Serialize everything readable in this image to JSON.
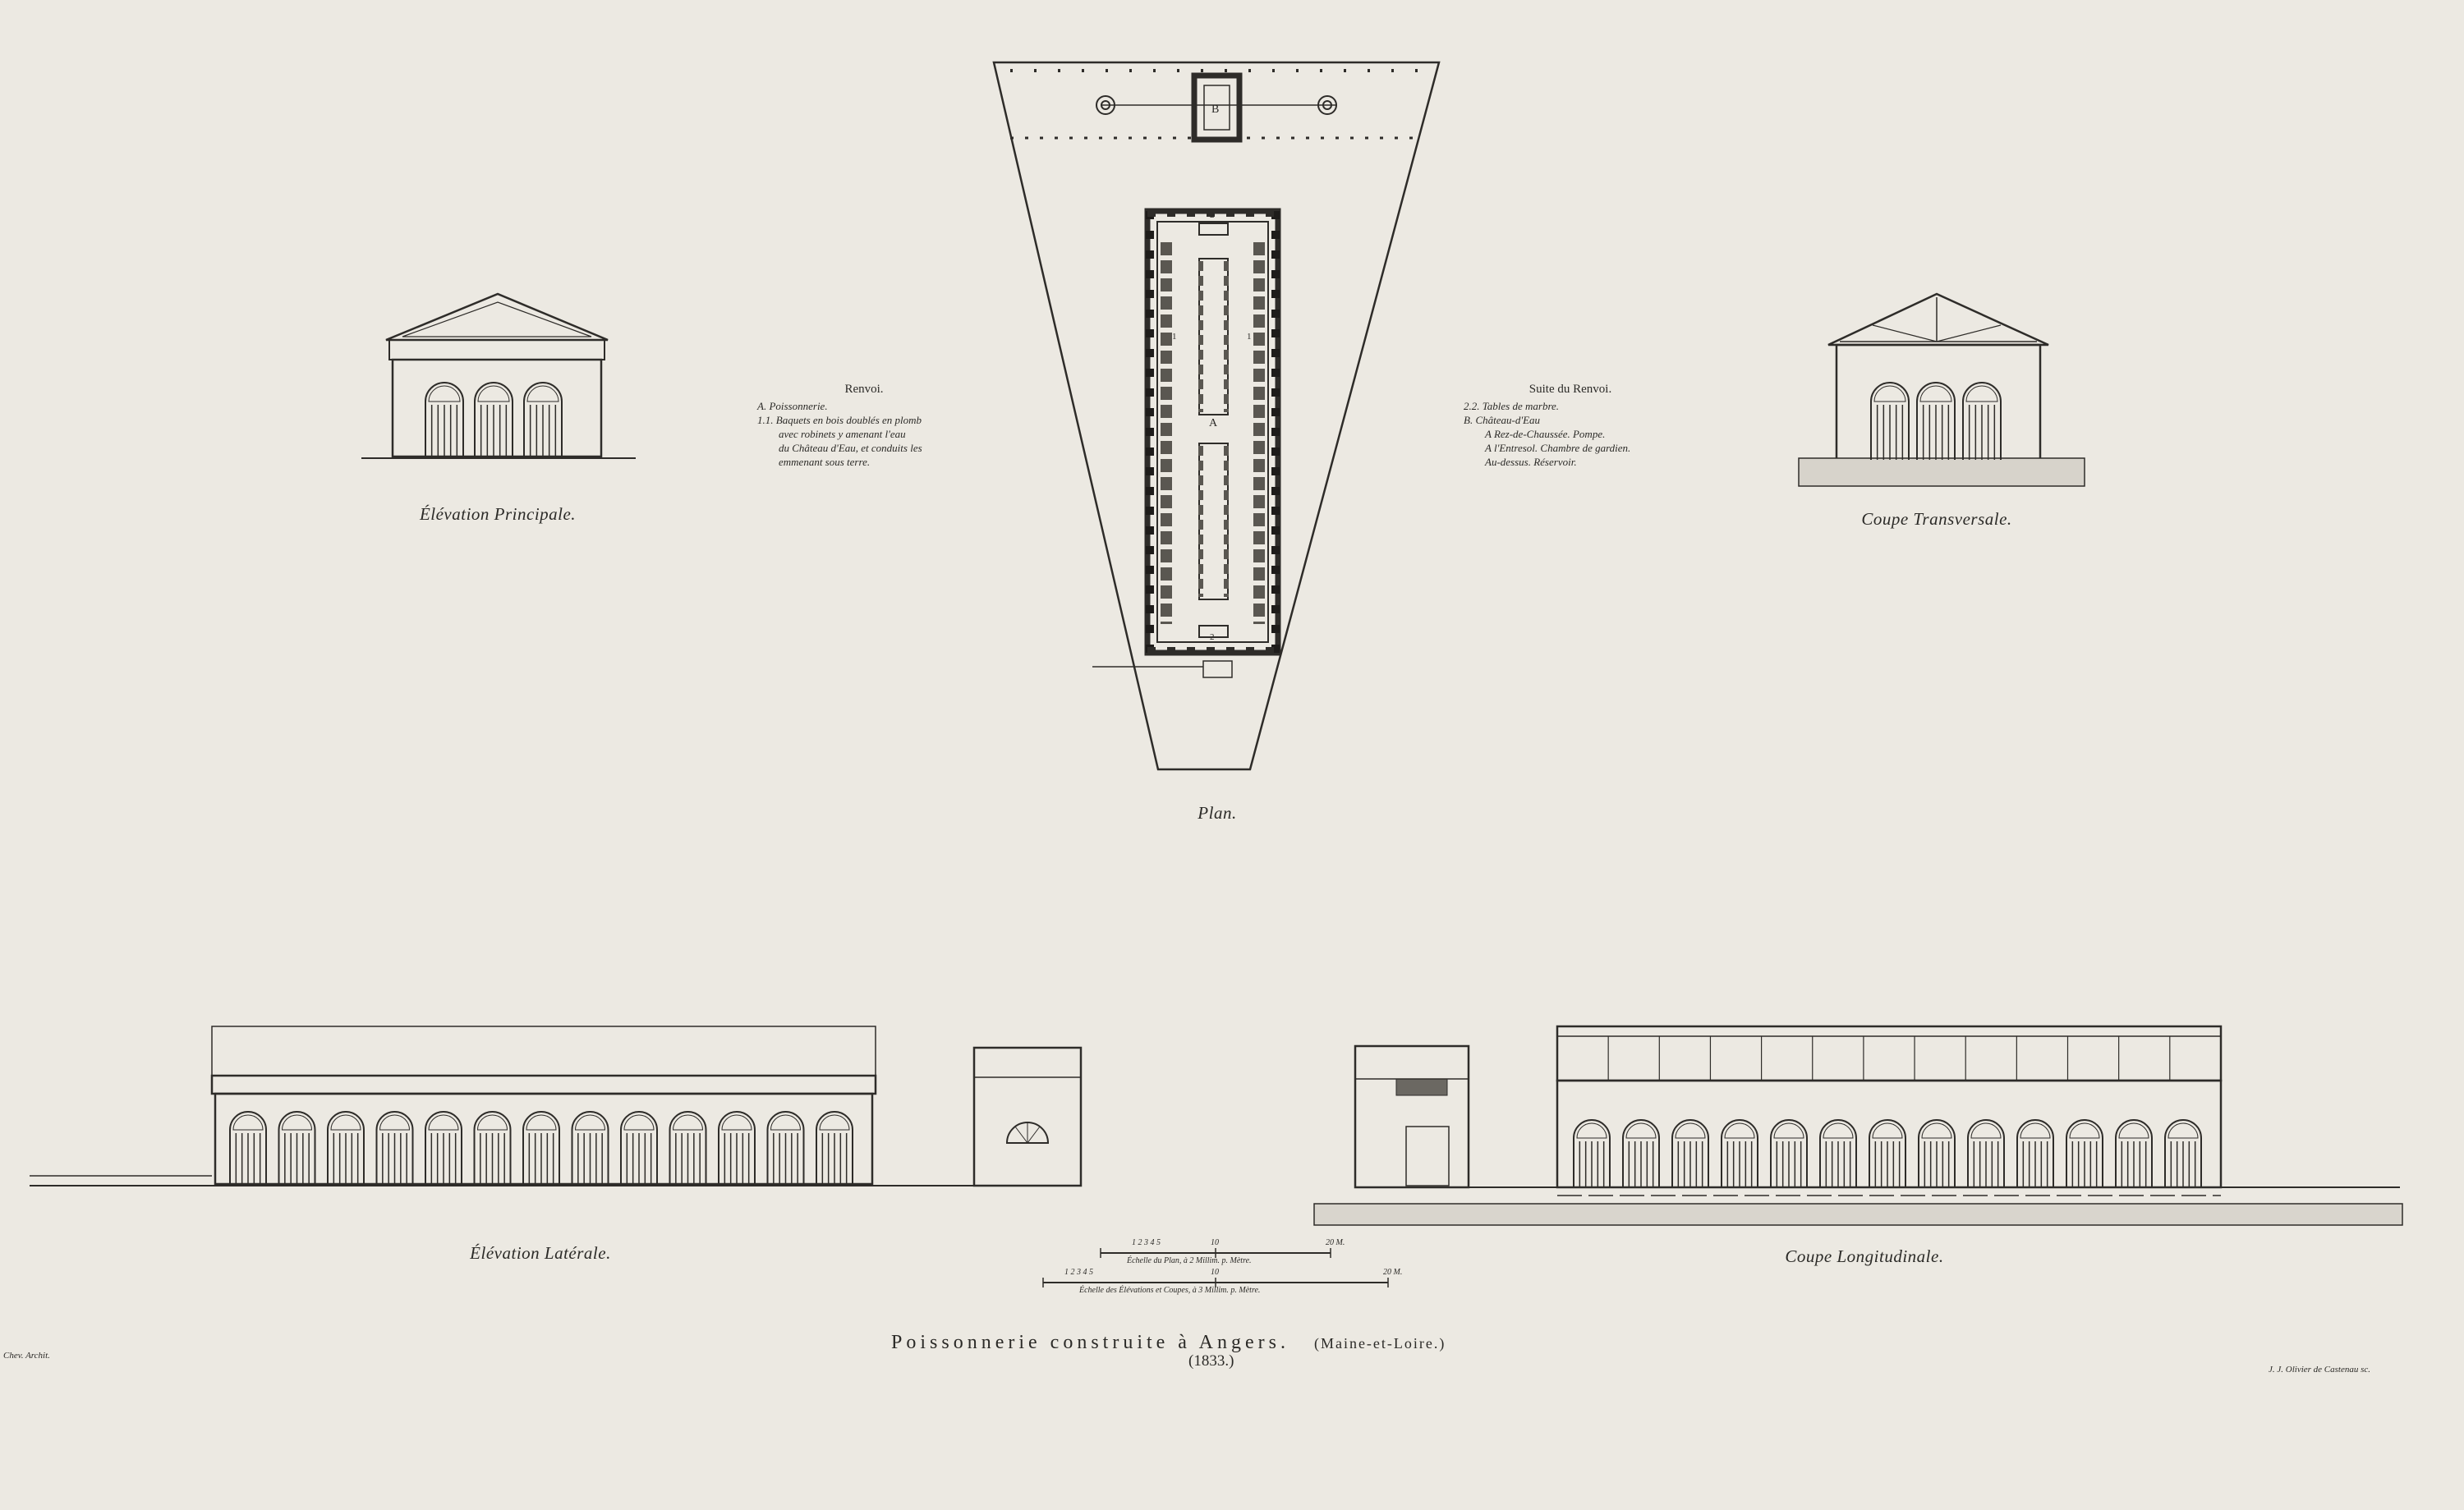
{
  "plan_labels": {
    "a": "A",
    "b": "B",
    "one": "1",
    "two": "2"
  },
  "captions": {
    "elevation_principale": "Élévation Principale.",
    "coupe_transversale": "Coupe Transversale.",
    "plan": "Plan.",
    "elevation_laterale": "Élévation Latérale.",
    "coupe_longitudinale": "Coupe Longitudinale."
  },
  "renvoi": {
    "heading": "Renvoi.",
    "lines": [
      "A.  Poissonnerie.",
      "1.1. Baquets en bois doublés en plomb",
      "avec robinets y amenant l'eau",
      "du Château d'Eau, et conduits les",
      "emmenant sous terre."
    ]
  },
  "suite_renvoi": {
    "heading": "Suite du Renvoi.",
    "lines": [
      "2.2. Tables de marbre.",
      "B.  Château-d'Eau",
      "A Rez-de-Chaussée. Pompe.",
      "A l'Entresol. Chambre de gardien.",
      "Au-dessus. Réservoir."
    ]
  },
  "scales": {
    "plan": "Échelle du Plan, à 2 Millim. p. Mètre.",
    "elevations": "Échelle des Élévations et Coupes, à 3 Millim. p. Mètre.",
    "ticks_plan": "1 2 3 4 5",
    "ticks_elev": "1 2 3 4 5",
    "ten_a": "10",
    "ten_b": "10",
    "unit_a": "20 M.",
    "unit_b": "20 M."
  },
  "title": {
    "main": "Poissonnerie construite à Angers.",
    "place": "(Maine-et-Loire.)",
    "year": "(1833.)"
  },
  "credits": {
    "left": "Chev. Archit.",
    "right": "J. J. Olivier de Castenau sc."
  }
}
